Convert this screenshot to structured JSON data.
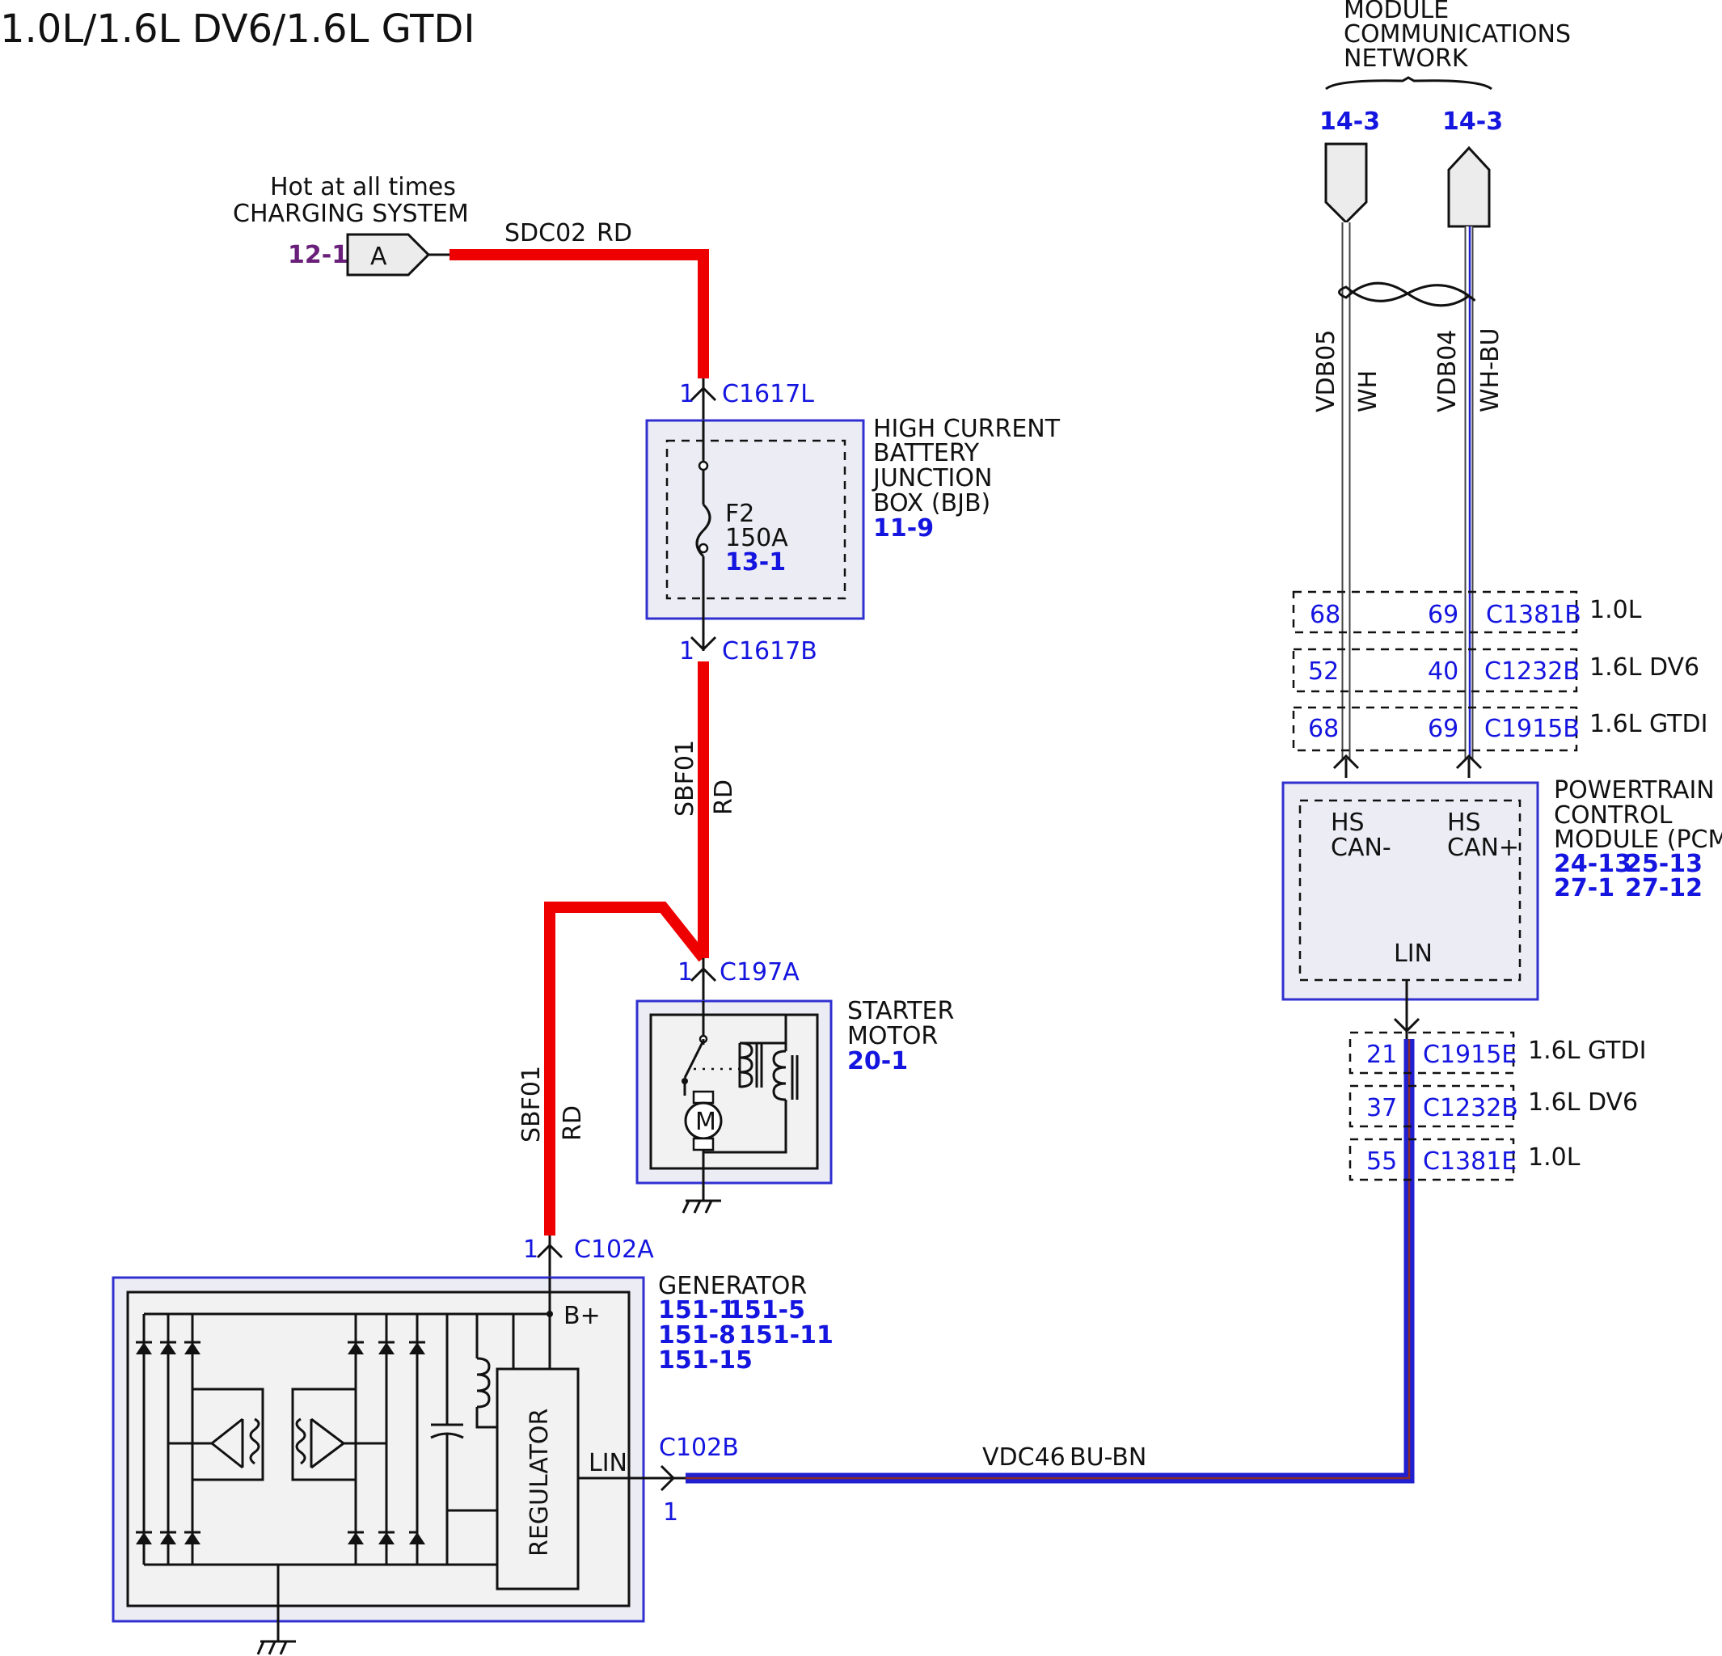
{
  "title": "1.0L/1.6L DV6/1.6L GTDI",
  "network": {
    "label_line1": "MODULE",
    "label_line2": "COMMUNICATIONS",
    "label_line3": "NETWORK",
    "ref_left": "14-3",
    "ref_right": "14-3"
  },
  "power_source": {
    "line1": "Hot at all times",
    "line2": "CHARGING SYSTEM",
    "ref": "12-1",
    "pin": "A"
  },
  "wires": {
    "sdc02": {
      "circuit": "SDC02",
      "color": "RD"
    },
    "sbf01_upper": {
      "circuit": "SBF01",
      "color": "RD"
    },
    "sbf01_lower": {
      "circuit": "SBF01",
      "color": "RD"
    },
    "vdc46": {
      "circuit": "VDC46",
      "color": "BU-BN"
    },
    "vdb05": {
      "circuit": "VDB05",
      "color": "WH"
    },
    "vdb04": {
      "circuit": "VDB04",
      "color": "WH-BU"
    }
  },
  "connectors": {
    "c1617l": {
      "pin": "1",
      "name": "C1617L"
    },
    "c1617b": {
      "pin": "1",
      "name": "C1617B"
    },
    "c197a": {
      "pin": "1",
      "name": "C197A"
    },
    "c102a": {
      "pin": "1",
      "name": "C102A"
    },
    "c102b": {
      "pin": "1",
      "name": "C102B"
    }
  },
  "bjb": {
    "line1": "HIGH CURRENT",
    "line2": "BATTERY",
    "line3": "JUNCTION",
    "line4": "BOX (BJB)",
    "ref": "11-9",
    "fuse_name": "F2",
    "fuse_rating": "150A",
    "fuse_ref": "13-1"
  },
  "starter": {
    "line1": "STARTER",
    "line2": "MOTOR",
    "ref": "20-1",
    "motor_symbol": "M"
  },
  "generator": {
    "label": "GENERATOR",
    "refs": [
      "151-1",
      "151-5",
      "151-8",
      "151-11",
      "151-15"
    ],
    "b_plus": "B+",
    "lin": "LIN",
    "regulator": "REGULATOR"
  },
  "pcm": {
    "line1": "POWERTRAIN",
    "line2": "CONTROL",
    "line3": "MODULE (PCM)",
    "refs": [
      "24-13",
      "25-13",
      "27-1",
      "27-12"
    ],
    "hs": "HS",
    "can_minus": "CAN-",
    "can_plus": "CAN+",
    "lin": "LIN"
  },
  "pcm_can_connectors": [
    {
      "pin_left": "68",
      "pin_right": "69",
      "name": "C1381B",
      "variant": "1.0L"
    },
    {
      "pin_left": "52",
      "pin_right": "40",
      "name": "C1232B",
      "variant": "1.6L DV6"
    },
    {
      "pin_left": "68",
      "pin_right": "69",
      "name": "C1915B",
      "variant": "1.6L GTDI"
    }
  ],
  "pcm_lin_connectors": [
    {
      "pin": "21",
      "name": "C1915E",
      "variant": "1.6L GTDI"
    },
    {
      "pin": "37",
      "name": "C1232B",
      "variant": "1.6L DV6"
    },
    {
      "pin": "55",
      "name": "C1381E",
      "variant": "1.0L"
    }
  ],
  "colors": {
    "power_wire": "#ee0000",
    "lin_wire": "#2020d0",
    "lin_tracer": "#8b2a2a",
    "reference_text": "#1515e0",
    "source_ref": "#6a1f7a",
    "module_border": "#3030d0"
  }
}
